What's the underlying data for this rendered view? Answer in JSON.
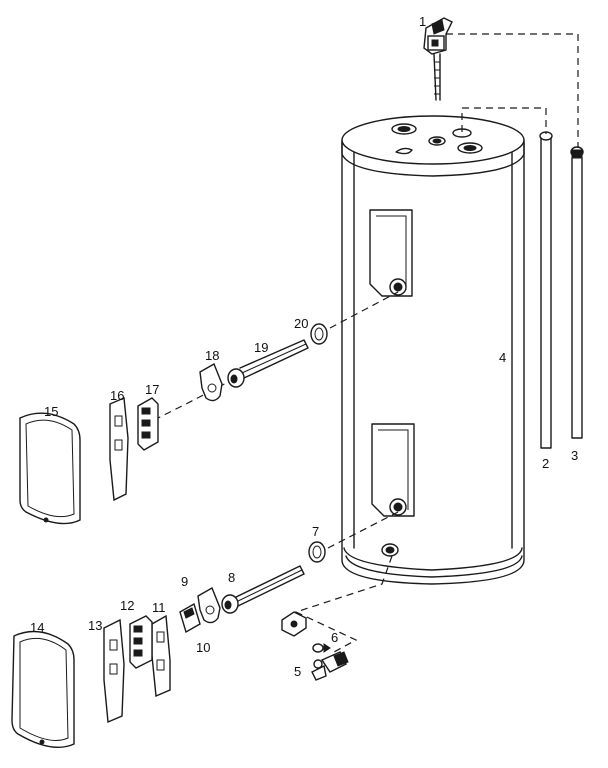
{
  "callouts": [
    {
      "id": "1",
      "text": "1"
    },
    {
      "id": "2",
      "text": "2"
    },
    {
      "id": "3",
      "text": "3"
    },
    {
      "id": "4",
      "text": "4"
    },
    {
      "id": "5",
      "text": "5"
    },
    {
      "id": "6",
      "text": "6"
    },
    {
      "id": "7",
      "text": "7"
    },
    {
      "id": "8",
      "text": "8"
    },
    {
      "id": "9",
      "text": "9"
    },
    {
      "id": "10",
      "text": "10"
    },
    {
      "id": "11",
      "text": "11"
    },
    {
      "id": "12",
      "text": "12"
    },
    {
      "id": "13",
      "text": "13"
    },
    {
      "id": "14",
      "text": "14"
    },
    {
      "id": "15",
      "text": "15"
    },
    {
      "id": "16",
      "text": "16"
    },
    {
      "id": "17",
      "text": "17"
    },
    {
      "id": "18",
      "text": "18"
    },
    {
      "id": "19",
      "text": "19"
    },
    {
      "id": "20",
      "text": "20"
    }
  ],
  "colors": {
    "ink": "#1a1a1a",
    "paper": "#ffffff"
  }
}
